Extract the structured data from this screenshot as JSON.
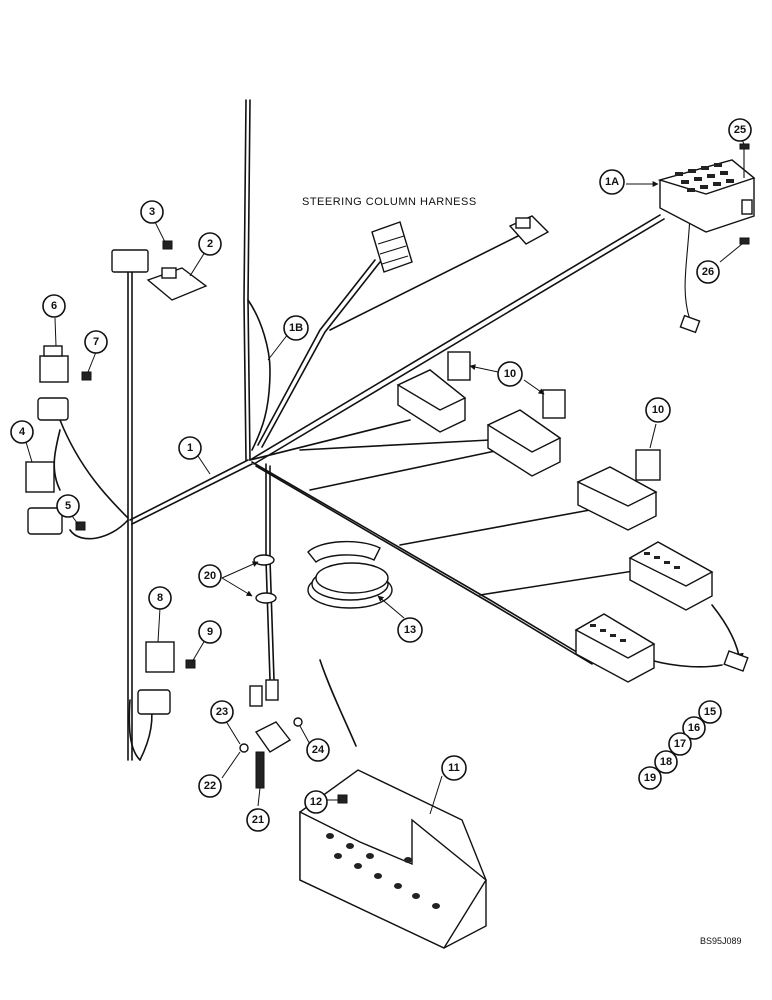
{
  "title": "STEERING COLUMN HARNESS",
  "drawing_id": "BS95J089",
  "callouts": [
    "1",
    "1A",
    "1B",
    "2",
    "3",
    "4",
    "5",
    "6",
    "7",
    "8",
    "9",
    "10",
    "10",
    "11",
    "12",
    "13",
    "15",
    "16",
    "17",
    "18",
    "19",
    "20",
    "21",
    "22",
    "23",
    "24",
    "25",
    "26"
  ]
}
